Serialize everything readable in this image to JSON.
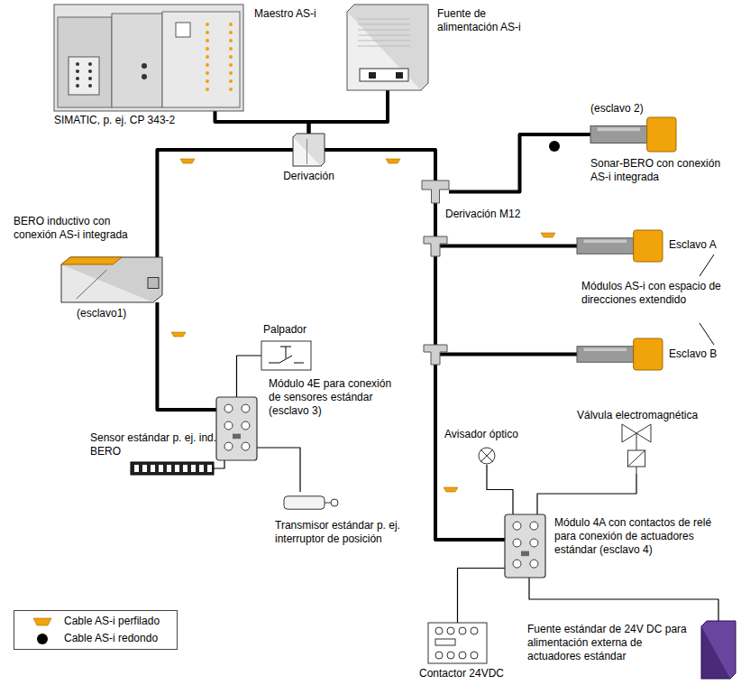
{
  "diagram": {
    "nodes": [
      {
        "text": [
          "Maestro AS-i",
          "SIMATIC, p. ej. CP 343-2"
        ]
      },
      {
        "text": [
          "Fuente de alimentación AS-i"
        ]
      },
      {
        "text": [
          "Derivación"
        ]
      },
      {
        "text": [
          "BERO inductivo con conexión AS-i integrada",
          "(esclavo1)"
        ]
      },
      {
        "text": [
          "Derivación M12"
        ]
      },
      {
        "text": [
          "(esclavo 2)",
          "Sonar-BERO con conexión AS-i integrada"
        ]
      },
      {
        "text": [
          "Esclavo A"
        ]
      },
      {
        "text": [
          "Esclavo B"
        ]
      },
      {
        "text": [
          "Palpador"
        ]
      },
      {
        "text": [
          "Módulo 4E para conexión de sensores estándar (esclavo 3)"
        ]
      },
      {
        "text": [
          "Sensor estándar p. ej. ind. BERO"
        ]
      },
      {
        "text": [
          "Transmisor estándar p. ej. interruptor de posición"
        ]
      },
      {
        "text": [
          "Avisador óptico"
        ]
      },
      {
        "text": [
          "Válvula electromagnética"
        ]
      },
      {
        "text": [
          "Módulo 4A con contactos de relé para conexión de actuadores estándar (esclavo 4)"
        ]
      },
      {
        "text": [
          "Contactor 24VDC"
        ]
      },
      {
        "text": [
          "Fuente estándar de 24V DC para alimentación externa de actuadores estándar"
        ]
      }
    ],
    "edges": [
      {
        "from": 0,
        "to": 2,
        "arrow": "none"
      },
      {
        "from": 1,
        "to": 2,
        "arrow": "none"
      },
      {
        "from": 2,
        "to": 3,
        "arrow": "none"
      },
      {
        "from": 2,
        "to": 4,
        "arrow": "none"
      },
      {
        "from": 4,
        "to": 5,
        "arrow": "none"
      },
      {
        "from": 4,
        "to": 6,
        "arrow": "none"
      },
      {
        "from": 4,
        "to": 7,
        "arrow": "none"
      },
      {
        "from": 4,
        "to": 14,
        "arrow": "none"
      },
      {
        "from": 3,
        "to": 9,
        "arrow": "none"
      },
      {
        "from": 9,
        "to": 8,
        "arrow": "none"
      },
      {
        "from": 9,
        "to": 10,
        "arrow": "none"
      },
      {
        "from": 9,
        "to": 11,
        "arrow": "none"
      },
      {
        "from": 14,
        "to": 12,
        "arrow": "none"
      },
      {
        "from": 14,
        "to": 13,
        "arrow": "none"
      },
      {
        "from": 14,
        "to": 15,
        "arrow": "none"
      },
      {
        "from": 14,
        "to": 16,
        "arrow": "none"
      }
    ],
    "labels": [
      "Módulos AS-i con espacio de direcciones extendido"
    ],
    "legend": [
      {
        "text": "Cable AS-i perfilado",
        "color": "#f0a30a"
      },
      {
        "text": "Cable AS-i redondo",
        "color": "#000000"
      }
    ]
  }
}
